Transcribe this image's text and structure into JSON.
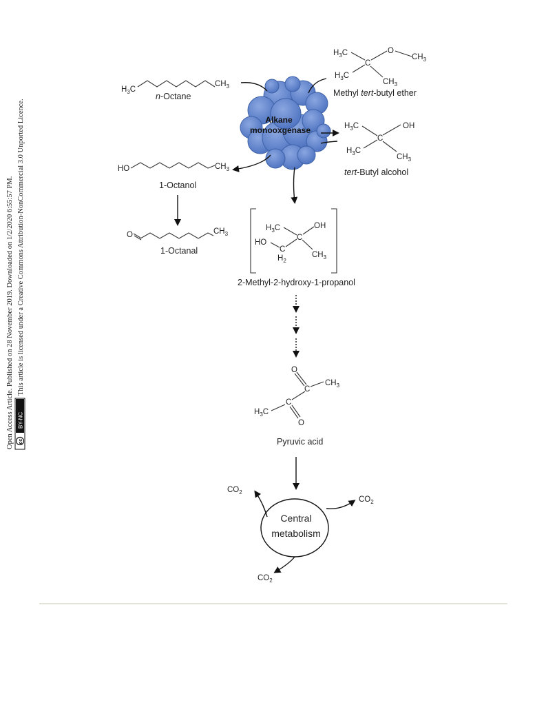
{
  "sidebar": {
    "line1": "Open Access Article. Published on 28 November 2019. Downloaded on 1/2/2020 6:55:57 PM.",
    "line2": "This article is licensed under a Creative Commons Attribution-NonCommercial 3.0 Unported Licence.",
    "badge_cc": "cc",
    "badge_by": "BY-NC"
  },
  "enzyme": {
    "line1": "Alkane",
    "line2": "monooxgenase"
  },
  "compounds": {
    "octane": {
      "prefix": "n",
      "name": "-Octane"
    },
    "mtbe": {
      "pre": "Methyl ",
      "ital": "tert",
      "post": "-butyl ether"
    },
    "tba": {
      "ital": "tert",
      "post": "-Butyl alcohol"
    },
    "octanol": "1-Octanol",
    "octanal": "1-Octanal",
    "propanol": "2-Methyl-2-hydroxy-1-propanol",
    "pyruvic": "Pyruvic acid"
  },
  "atoms": {
    "h3c": "H",
    "c3": "C",
    "ch": "CH",
    "three": "3",
    "h": "H",
    "two": "2",
    "c": "C",
    "o": "O",
    "oh": "OH",
    "ho": "HO"
  },
  "metabolism": {
    "line1": "Central",
    "line2": "metabolism",
    "co2": "CO",
    "co2_sub": "2"
  },
  "colors": {
    "enzyme_fill": "#5b82c9",
    "enzyme_stroke": "#3e62a8"
  }
}
